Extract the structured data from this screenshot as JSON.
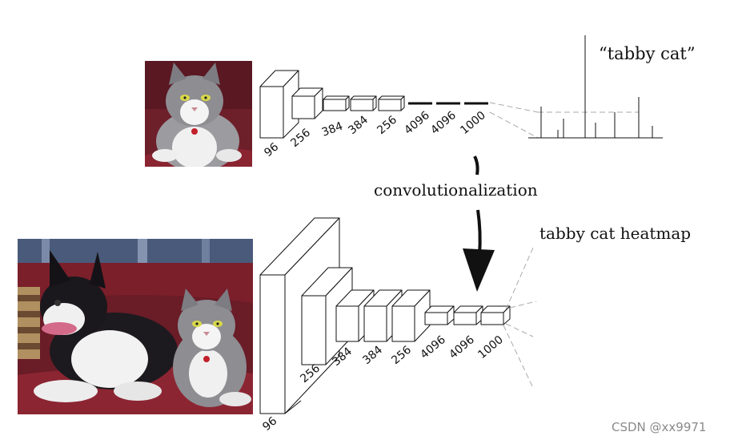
{
  "top_network": {
    "layer_labels": [
      "96",
      "256",
      "384",
      "384",
      "256",
      "4096",
      "4096",
      "1000"
    ],
    "output_label": "“tabby cat”"
  },
  "middle": {
    "caption": "convolutionalization"
  },
  "bottom_network": {
    "layer_labels": [
      "96",
      "256",
      "384",
      "384",
      "256",
      "4096",
      "4096",
      "1000"
    ],
    "output_label": "tabby cat heatmap"
  },
  "watermark": "CSDN @xx9971",
  "colors": {
    "cat_fur": "#8d8d92",
    "dog_fur": "#1c1a1e",
    "couch": "#7a1e28",
    "dashed": "#aaaaaa"
  }
}
